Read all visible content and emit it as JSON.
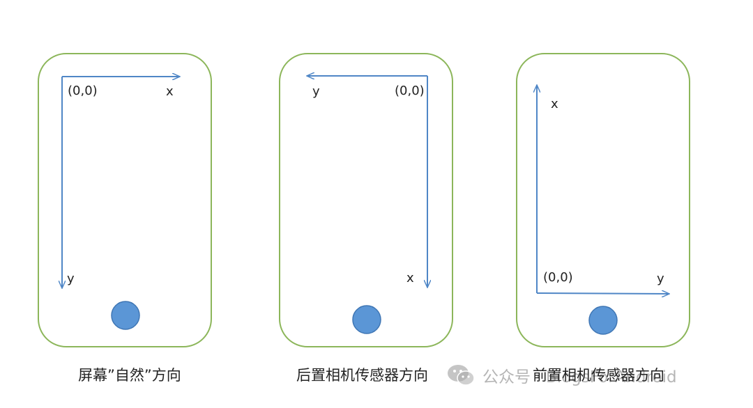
{
  "colors": {
    "frame_border": "#8cb65a",
    "axis": "#4f86c6",
    "button": "#5b96d6",
    "button_border": "#3f76b4",
    "text": "#222222"
  },
  "panels": [
    {
      "labels": {
        "origin": "(0,0)",
        "x": "x",
        "y": "y"
      },
      "caption": "屏幕”自然”方向"
    },
    {
      "labels": {
        "origin": "(0,0)",
        "x": "x",
        "y": "y"
      },
      "caption": "后置相机传感器方向"
    },
    {
      "labels": {
        "origin": "(0,0)",
        "x": "x",
        "y": "y"
      },
      "caption": "前置相机传感器方向"
    }
  ],
  "watermark": {
    "icon": "wechat-icon",
    "text": "公众号 · BlogsForAndroid"
  }
}
